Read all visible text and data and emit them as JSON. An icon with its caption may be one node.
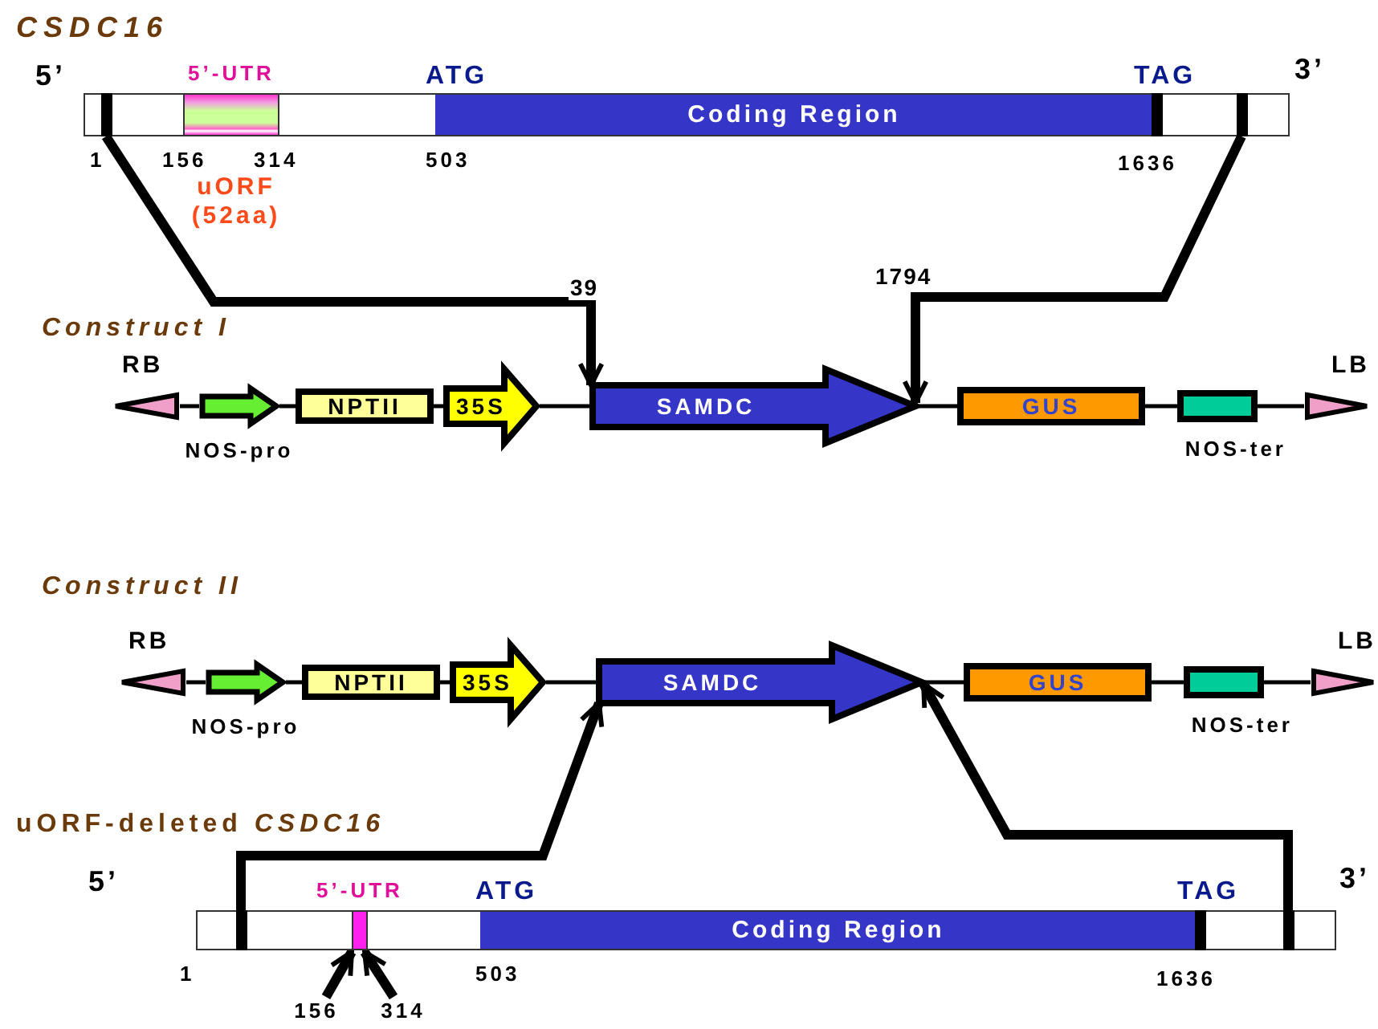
{
  "diagram": {
    "nodes": [
      {
        "text": [],
        "shape": "bar"
      },
      {
        "text": [
          "5’-UTR"
        ],
        "in": 0
      },
      {
        "text": [
          "Coding Region"
        ],
        "in": 0
      },
      {
        "text": [
          "RB"
        ]
      },
      {
        "text": [
          "NOS-pro"
        ]
      },
      {
        "text": [
          "NPTII"
        ]
      },
      {
        "text": [
          "35S"
        ]
      },
      {
        "text": [
          "SAMDC"
        ]
      },
      {
        "text": [
          "GUS"
        ]
      },
      {
        "text": [
          "NOS-ter"
        ]
      },
      {
        "text": [
          "LB"
        ]
      },
      {
        "text": [
          "RB"
        ]
      },
      {
        "text": [
          "NOS-pro"
        ]
      },
      {
        "text": [
          "NPTII"
        ]
      },
      {
        "text": [
          "35S"
        ]
      },
      {
        "text": [
          "SAMDC"
        ]
      },
      {
        "text": [
          "GUS"
        ]
      },
      {
        "text": [
          "NOS-ter"
        ]
      },
      {
        "text": [
          "LB"
        ]
      },
      {
        "text": [],
        "shape": "bar"
      },
      {
        "text": [
          "5’-UTR"
        ],
        "in": 19
      },
      {
        "text": [
          "Coding Region"
        ],
        "in": 19
      },
      {
        "text": [
          "156"
        ]
      },
      {
        "text": [
          "314"
        ]
      }
    ],
    "edges": [
      {
        "from": 0,
        "to": 7,
        "arrow": "to",
        "label": "39",
        "style": "thick"
      },
      {
        "from": 0,
        "to": 7,
        "arrow": "to",
        "label": "1794",
        "style": "thick"
      },
      {
        "from": 3,
        "to": 4,
        "arrow": "none"
      },
      {
        "from": 4,
        "to": 5,
        "arrow": "none"
      },
      {
        "from": 5,
        "to": 6,
        "arrow": "none"
      },
      {
        "from": 6,
        "to": 7,
        "arrow": "none"
      },
      {
        "from": 7,
        "to": 8,
        "arrow": "none"
      },
      {
        "from": 8,
        "to": 9,
        "arrow": "none"
      },
      {
        "from": 9,
        "to": 10,
        "arrow": "none"
      },
      {
        "from": 11,
        "to": 12,
        "arrow": "none"
      },
      {
        "from": 12,
        "to": 13,
        "arrow": "none"
      },
      {
        "from": 13,
        "to": 14,
        "arrow": "none"
      },
      {
        "from": 14,
        "to": 15,
        "arrow": "none"
      },
      {
        "from": 15,
        "to": 16,
        "arrow": "none"
      },
      {
        "from": 16,
        "to": 17,
        "arrow": "none"
      },
      {
        "from": 17,
        "to": 18,
        "arrow": "none"
      },
      {
        "from": 19,
        "to": 15,
        "arrow": "to",
        "style": "thick"
      },
      {
        "from": 19,
        "to": 15,
        "arrow": "to",
        "style": "thick"
      },
      {
        "from": 22,
        "to": 20,
        "arrow": "to",
        "style": "thick"
      },
      {
        "from": 23,
        "to": 20,
        "arrow": "to",
        "style": "thick"
      }
    ],
    "labels": [
      "CSDC16",
      "5’",
      "ATG",
      "TAG",
      "3’",
      "1",
      "156",
      "314",
      "503",
      "1636",
      "uORF (52aa)",
      "Construct I",
      "Construct II",
      "uORF-deleted *CSDC16*",
      "5’",
      "ATG",
      "TAG",
      "3’",
      "1",
      "503",
      "1636"
    ]
  }
}
